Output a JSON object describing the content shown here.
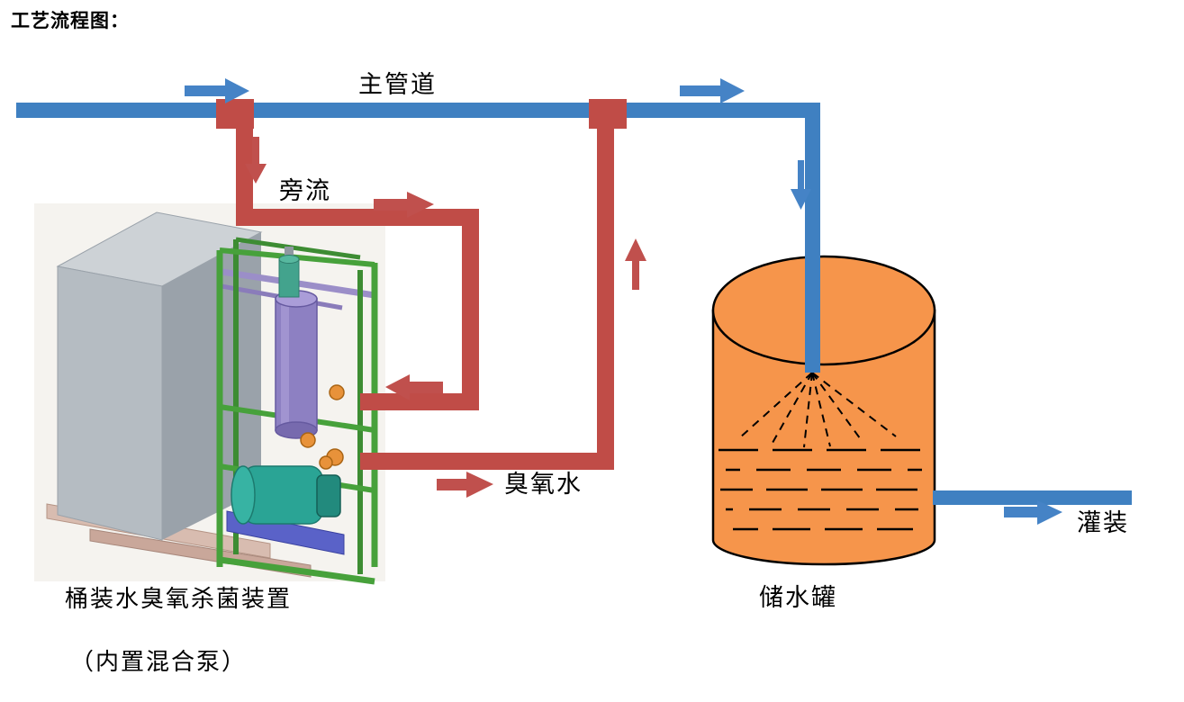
{
  "title": "工艺流程图：",
  "diagram": {
    "labels": {
      "main_pipe": "主管道",
      "bypass": "旁流",
      "ozone_water": "臭氧水",
      "storage_tank": "储水罐",
      "filling": "灌装",
      "device_name": "桶装水臭氧杀菌装置",
      "device_note": "（内置混合泵）"
    },
    "colors": {
      "pipe_blue": "#3f80c1",
      "arrow_blue": "#4583c6",
      "pipe_red": "#c04c47",
      "arrow_red": "#c0504d",
      "tank_orange": "#f6954b",
      "outline": "#000000"
    }
  }
}
